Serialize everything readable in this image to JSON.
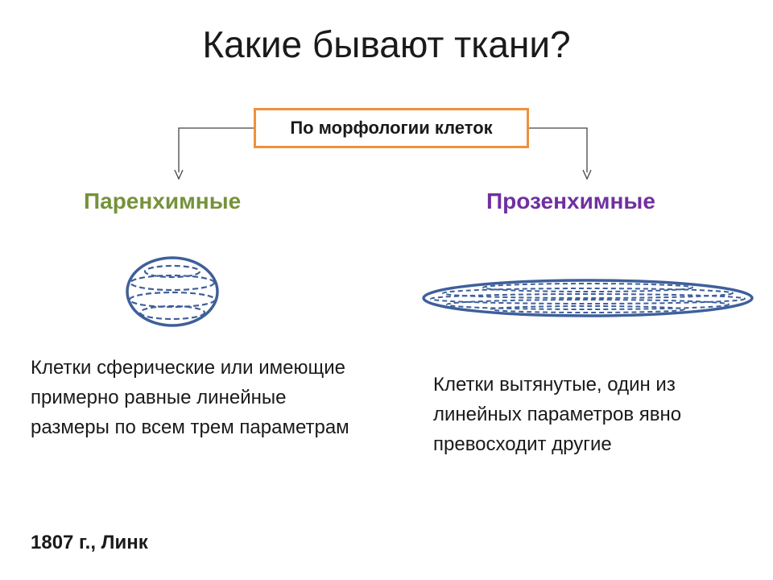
{
  "slide": {
    "title": "Какие бывают ткани?",
    "category": "По морфологии клеток",
    "footnote": "1807 г., Линк"
  },
  "types": [
    {
      "name": "Паренхимные",
      "color": "#76923c",
      "description": "Клетки сферические или имеющие примерно равные линейные размеры по всем трем параметрам",
      "shape_icon": "sphere-cell-icon"
    },
    {
      "name": "Прозенхимные",
      "color": "#7030a0",
      "description": "Клетки вытянутые, один из линейных параметров явно превосходит другие",
      "shape_icon": "elongated-cell-icon"
    }
  ],
  "colors": {
    "box_border": "#f0903a",
    "cell_stroke": "#3e5f9a",
    "connector": "#444444"
  }
}
